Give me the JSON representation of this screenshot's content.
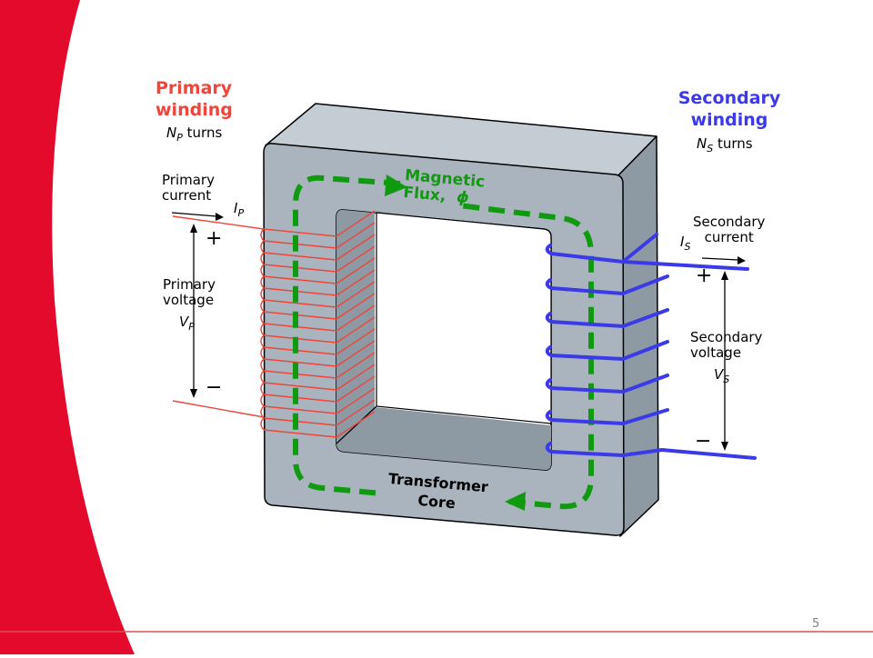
{
  "colors": {
    "accent_red": "#E30A2C",
    "primary": "#F0453A",
    "secondary": "#3A3AE8",
    "flux": "#109A0F",
    "core_front": "#A9B4BE",
    "core_side": "#8D99A3",
    "divider": "#D9534F"
  },
  "primary": {
    "title_line1": "Primary",
    "title_line2": "winding",
    "turns_symbol": "N",
    "turns_subscript": "P",
    "turns_label": "turns",
    "current_line1": "Primary",
    "current_line2": "current",
    "current_symbol": "I",
    "current_subscript": "P",
    "voltage_line1": "Primary",
    "voltage_line2": "voltage",
    "voltage_symbol": "V",
    "voltage_subscript": "P",
    "plus": "+",
    "minus": "−"
  },
  "secondary": {
    "title_line1": "Secondary",
    "title_line2": "winding",
    "turns_symbol": "N",
    "turns_subscript": "S",
    "turns_label": "turns",
    "current_line1": "Secondary",
    "current_line2": "current",
    "current_symbol": "I",
    "current_subscript": "S",
    "voltage_line1": "Secondary",
    "voltage_line2": "voltage",
    "voltage_symbol": "V",
    "voltage_subscript": "S",
    "plus": "+",
    "minus": "−"
  },
  "flux": {
    "line1": "Magnetic",
    "line2": "Flux,",
    "symbol": "ϕ"
  },
  "core": {
    "line1": "Transformer",
    "line2": "Core"
  },
  "slide": {
    "page_number": "5"
  }
}
